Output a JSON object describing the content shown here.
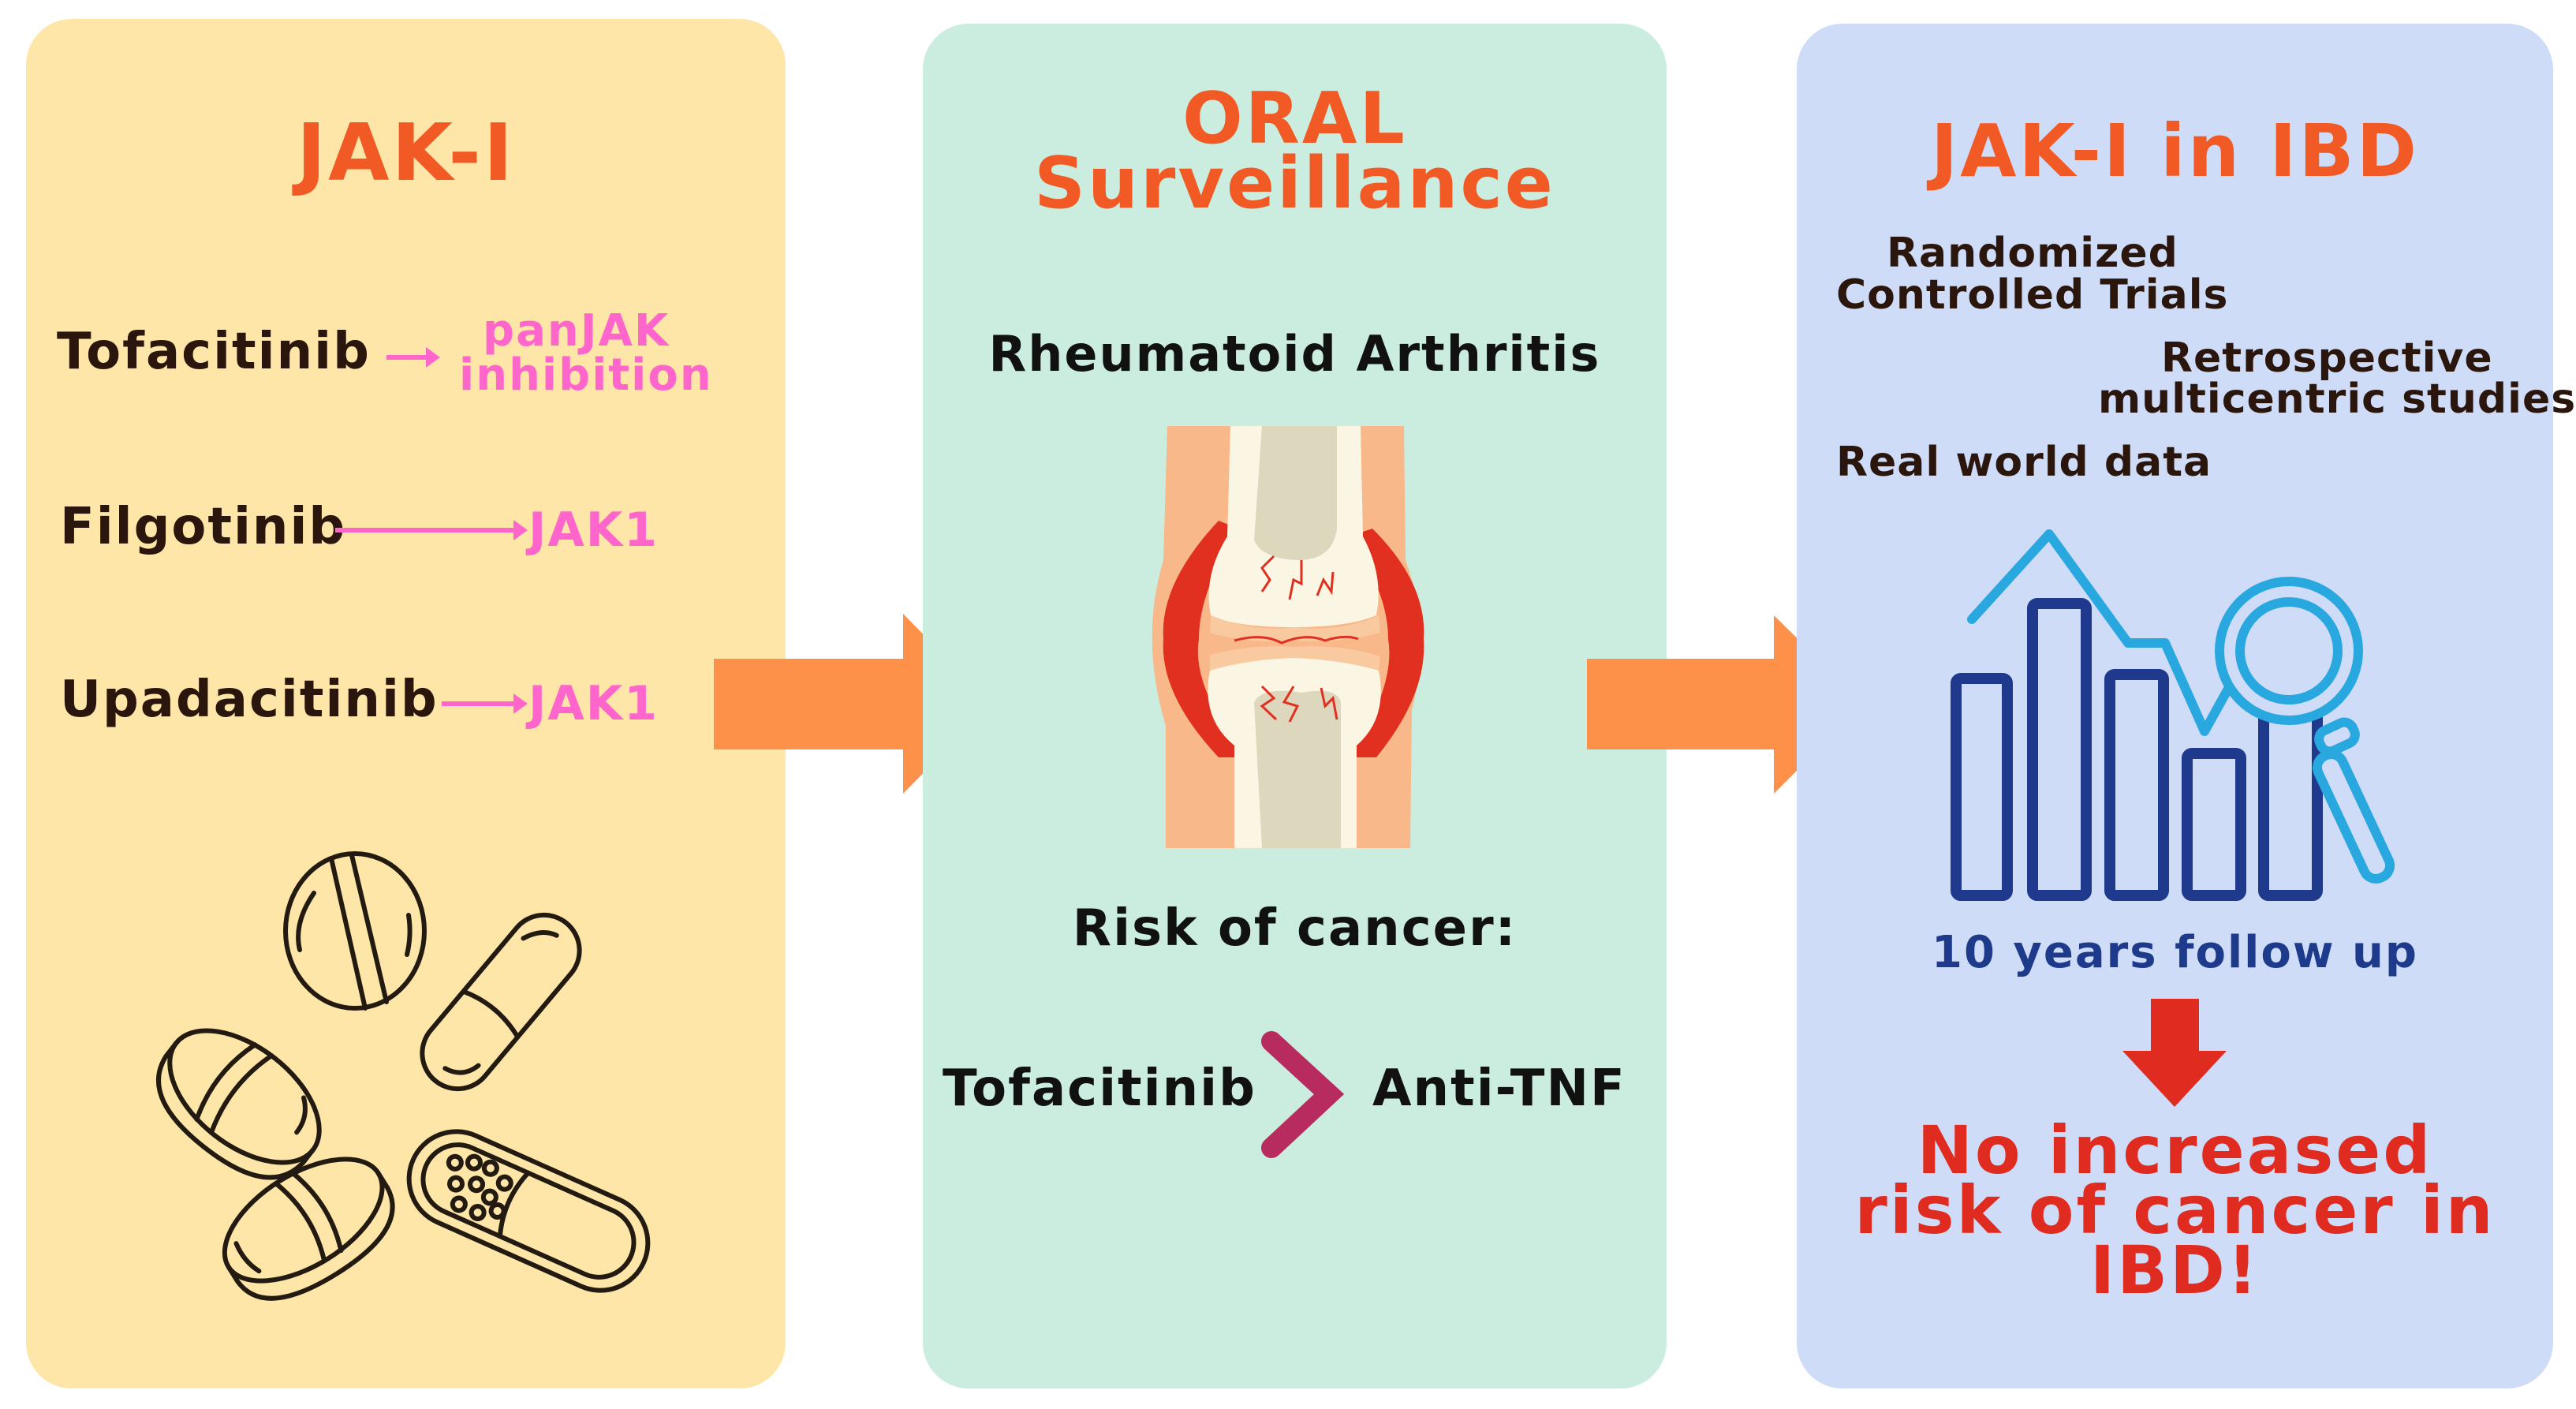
{
  "colors": {
    "panel_jak": "#fde6a8",
    "panel_oral": "#cbeddf",
    "panel_ibd": "#cfdcf7",
    "title": "#f15a24",
    "flow_arrow": "#fd9149",
    "pink_target": "#ff66cc",
    "chevron": "#b82b5f",
    "conclusion_red": "#e02b20",
    "navy": "#1e3a8a",
    "light_blue": "#29a8e0"
  },
  "panels": [
    {
      "title": "JAK-I",
      "drugs": [
        {
          "name": "Tofacitinib",
          "target_line1": "panJAK",
          "target_line2": "inhibition"
        },
        {
          "name": "Filgotinib",
          "target": "JAK1"
        },
        {
          "name": "Upadacitinib",
          "target": "JAK1"
        }
      ],
      "illustration": "pills-icon"
    },
    {
      "title_line1": "ORAL",
      "title_line2": "Surveillance",
      "subtitle": "Rheumatoid Arthritis",
      "illustration": "inflamed-joint-icon",
      "risk_label": "Risk of cancer:",
      "comparison": {
        "left": "Tofacitinib",
        "operator": ">",
        "right": "Anti-TNF"
      }
    },
    {
      "title": "JAK-I in IBD",
      "evidence": [
        {
          "line1": "Randomized",
          "line2": "Controlled Trials"
        },
        {
          "line1": "Retrospective",
          "line2": "multicentric studies"
        },
        {
          "line1": "Real world data"
        }
      ],
      "illustration": "bar-chart-magnifier-icon",
      "follow_up": "10 years follow up",
      "conclusion_lines": [
        "No increased",
        "risk of cancer in",
        "IBD!"
      ]
    }
  ],
  "connectors": [
    "arrow-right-icon",
    "arrow-right-icon",
    "arrow-down-icon"
  ]
}
